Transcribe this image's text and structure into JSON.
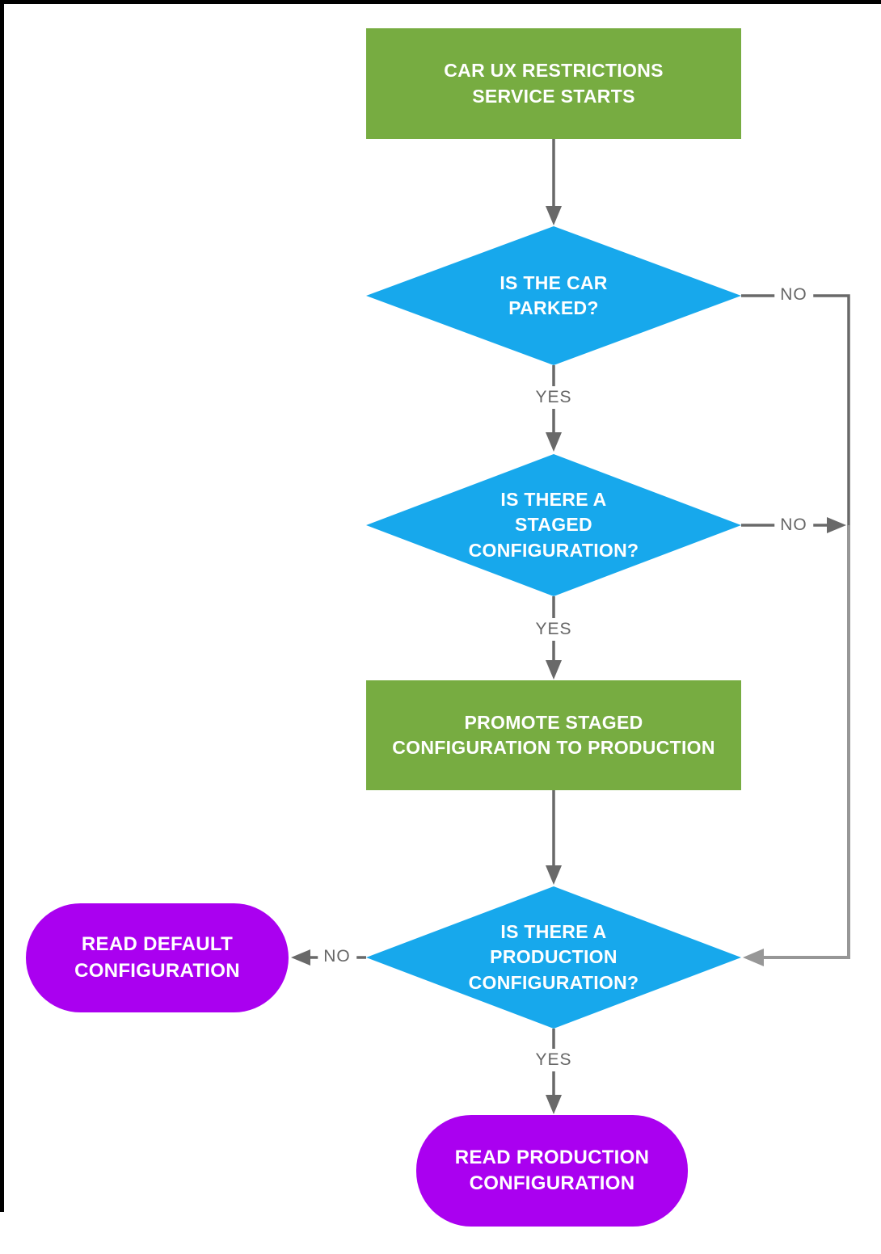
{
  "diagram": {
    "type": "flowchart",
    "nodes": {
      "start": {
        "label": "CAR UX RESTRICTIONS\nSERVICE STARTS",
        "shape": "rectangle",
        "fill": "#77AC41"
      },
      "is_car_parked": {
        "label": "IS THE CAR\nPARKED?",
        "shape": "diamond",
        "fill": "#17A8EC"
      },
      "is_staged_configuration": {
        "label": "IS THERE A\nSTAGED\nCONFIGURATION?",
        "shape": "diamond",
        "fill": "#17A8EC"
      },
      "promote_staged": {
        "label": "PROMOTE STAGED\nCONFIGURATION TO PRODUCTION",
        "shape": "rectangle",
        "fill": "#77AC41"
      },
      "is_production_configuration": {
        "label": "IS THERE A\nPRODUCTION\nCONFIGURATION?",
        "shape": "diamond",
        "fill": "#17A8EC"
      },
      "read_default": {
        "label": "READ DEFAULT\nCONFIGURATION",
        "shape": "stadium",
        "fill": "#AA00F0"
      },
      "read_production": {
        "label": "READ PRODUCTION\nCONFIGURATION",
        "shape": "stadium",
        "fill": "#AA00F0"
      }
    },
    "edge_labels": {
      "car_parked_no": "NO",
      "car_parked_yes": "YES",
      "staged_no": "NO",
      "staged_yes": "YES",
      "production_no": "NO",
      "production_yes": "YES"
    },
    "colors": {
      "process_fill": "#77AC41",
      "decision_fill": "#17A8EC",
      "terminal_fill": "#AA00F0",
      "node_text": "#FFFFFF",
      "connector": "#696969",
      "connector_light": "#979797",
      "edge_label_text": "#666666",
      "page_border": "#000000"
    }
  }
}
